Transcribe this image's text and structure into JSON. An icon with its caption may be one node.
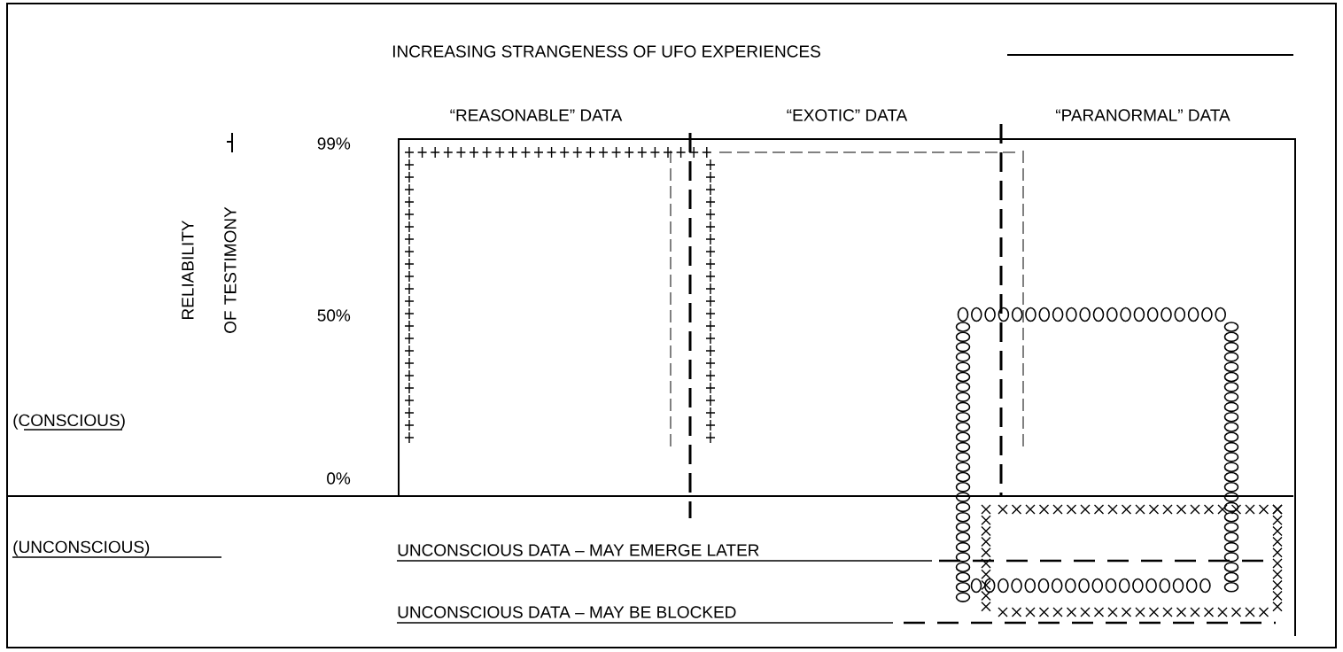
{
  "diagram": {
    "title": "INCREASING STRANGENESS OF UFO EXPERIENCES",
    "labels": [
      "“REASONABLE” DATA",
      "“EXOTIC” DATA",
      "“PARANORMAL” DATA",
      "RELIABILITY OF TESTIMONY",
      "99%",
      "50%",
      "(CONSCIOUS)",
      "0%",
      "(UNCONSCIOUS)",
      "UNCONSCIOUS DATA – MAY EMERGE LATER",
      "UNCONSCIOUS DATA – MAY BE BLOCKED"
    ]
  }
}
